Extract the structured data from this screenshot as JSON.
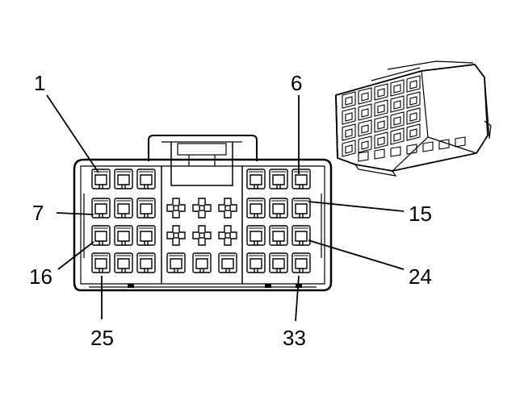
{
  "pin_labels": {
    "p1": "1",
    "p6": "6",
    "p7": "7",
    "p15": "15",
    "p16": "16",
    "p24": "24",
    "p25": "25",
    "p33": "33"
  },
  "colors": {
    "ink": "#000000",
    "paper": "#ffffff"
  }
}
